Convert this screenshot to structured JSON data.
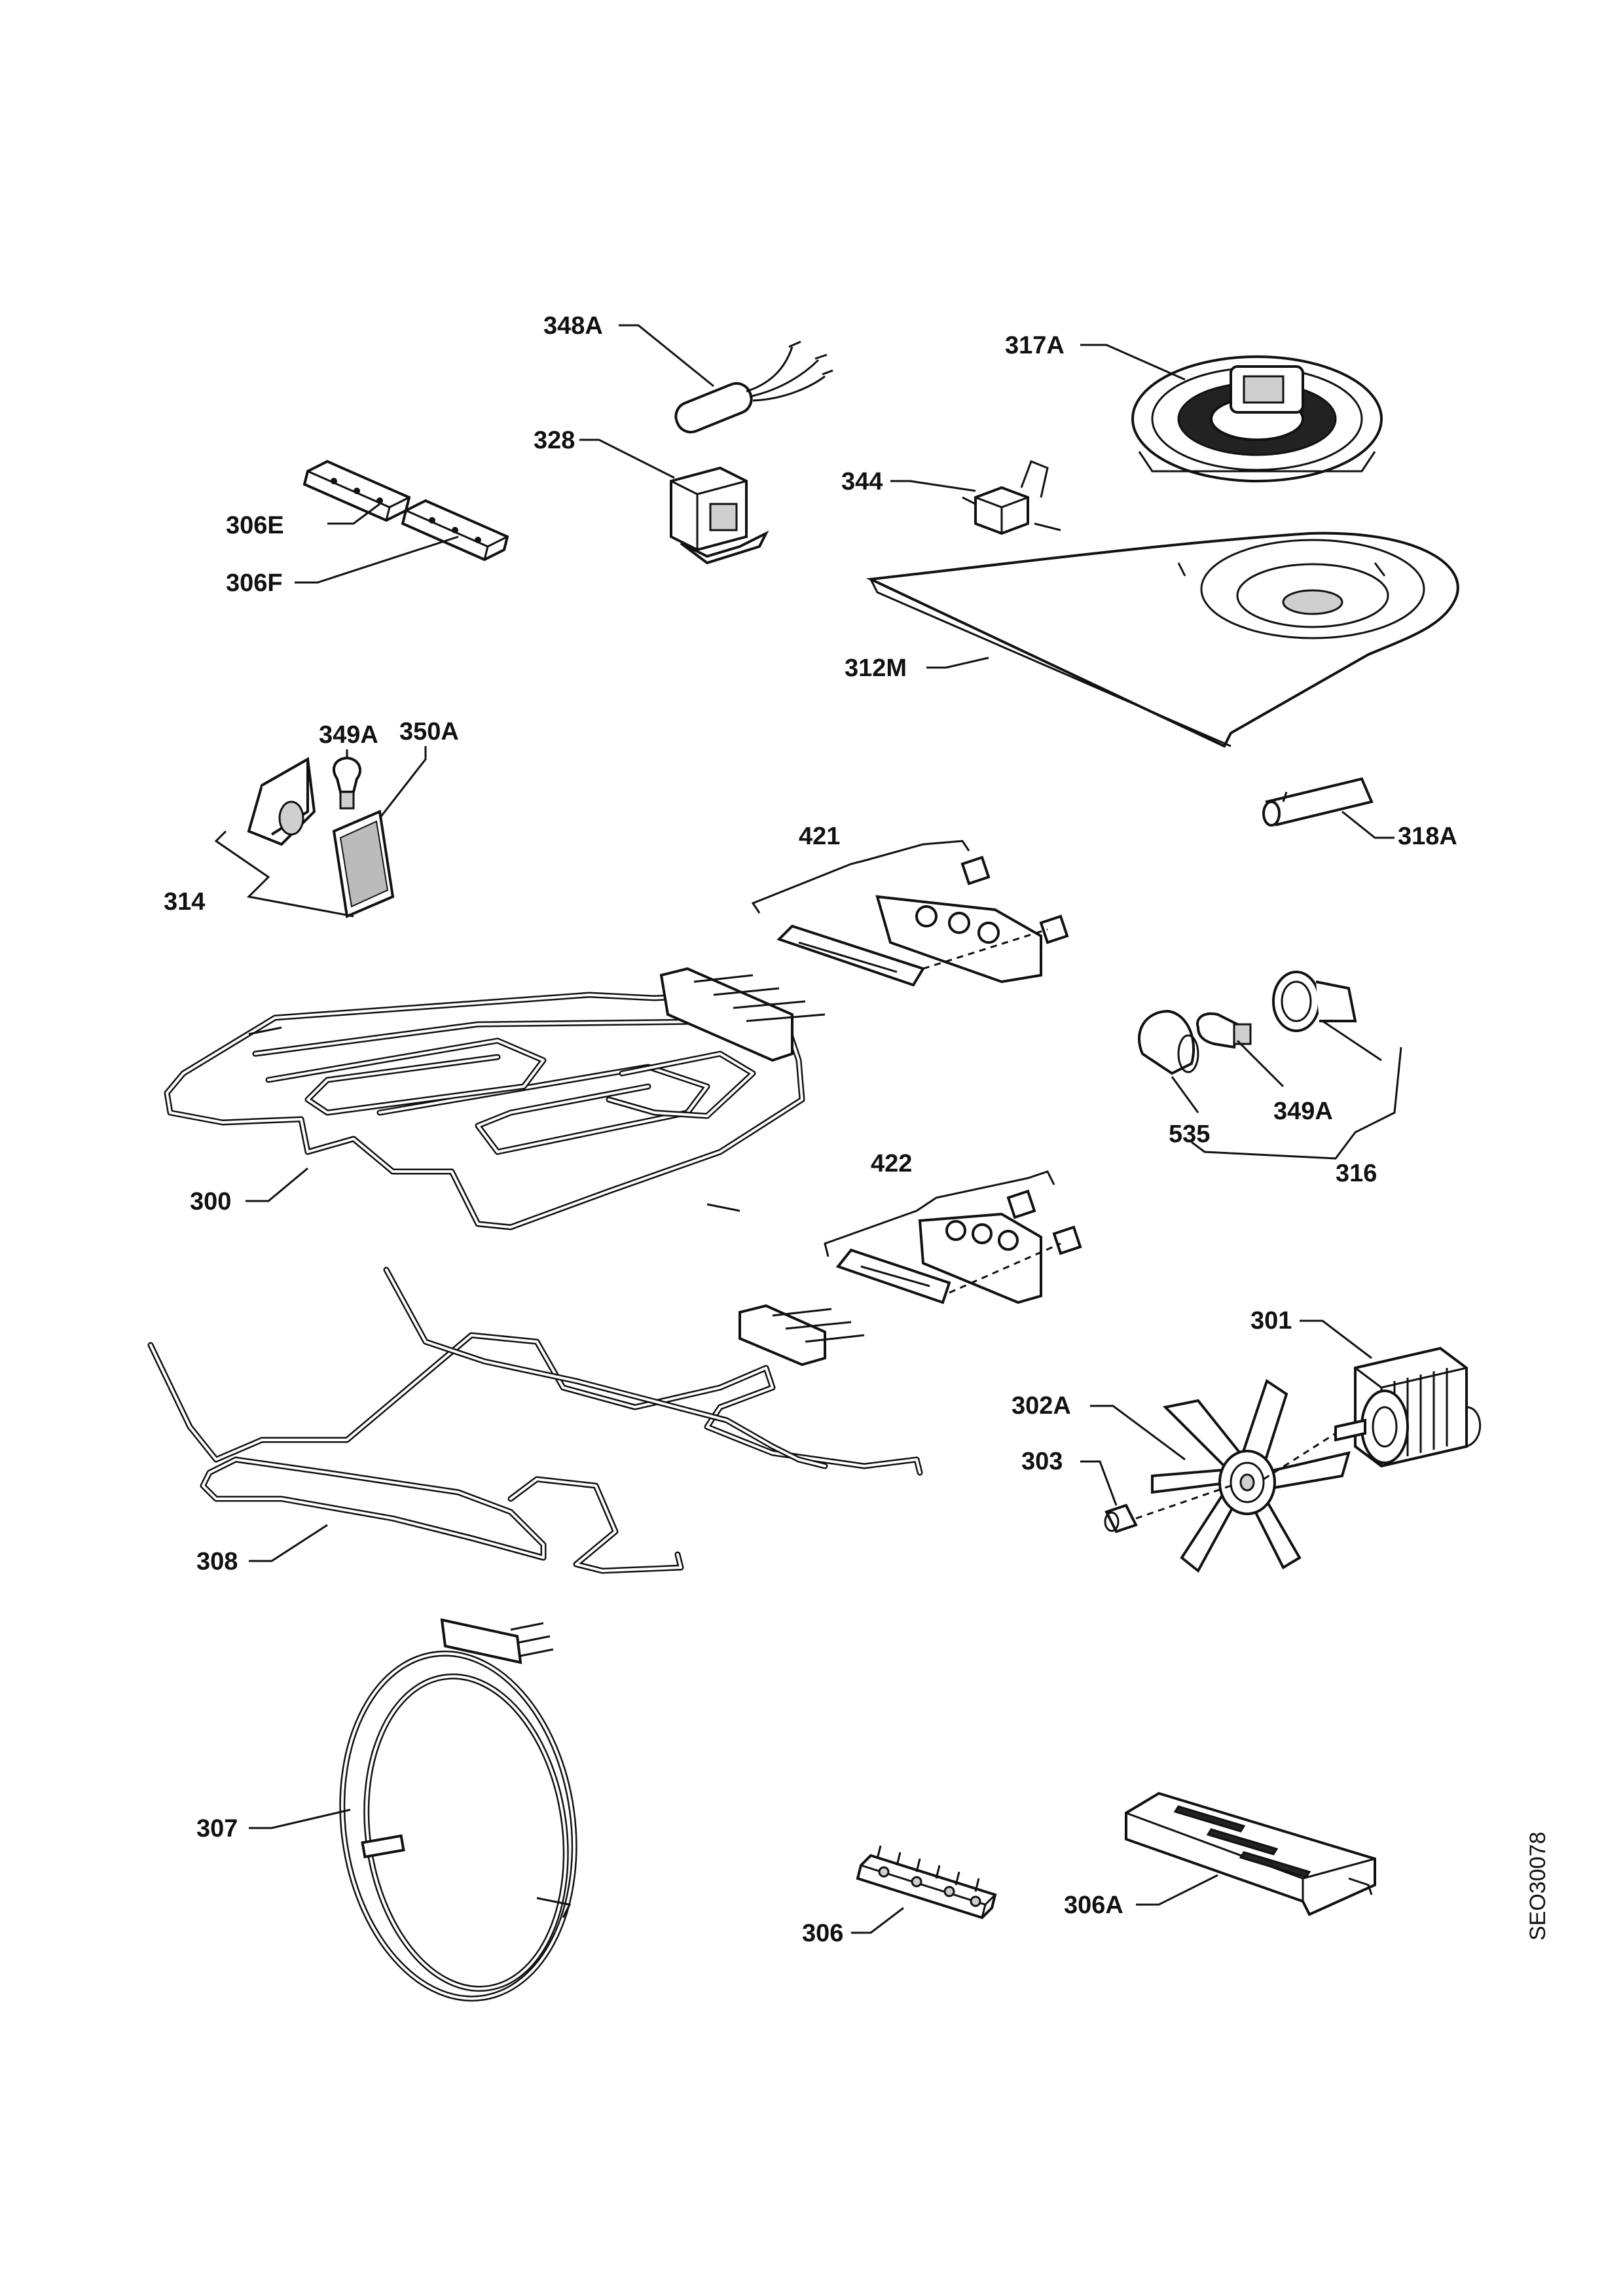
{
  "callouts": {
    "c348A": "348A",
    "c317A": "317A",
    "c328": "328",
    "c344": "344",
    "c306E": "306E",
    "c306F": "306F",
    "c312M": "312M",
    "c349A_top": "349A",
    "c350A": "350A",
    "c314": "314",
    "c318A": "318A",
    "c421": "421",
    "c535": "535",
    "c349A_right": "349A",
    "c316": "316",
    "c300": "300",
    "c422": "422",
    "c301": "301",
    "c302A": "302A",
    "c303": "303",
    "c308": "308",
    "c307": "307",
    "c306": "306",
    "c306A": "306A"
  },
  "drawing_code": "SEO30078"
}
